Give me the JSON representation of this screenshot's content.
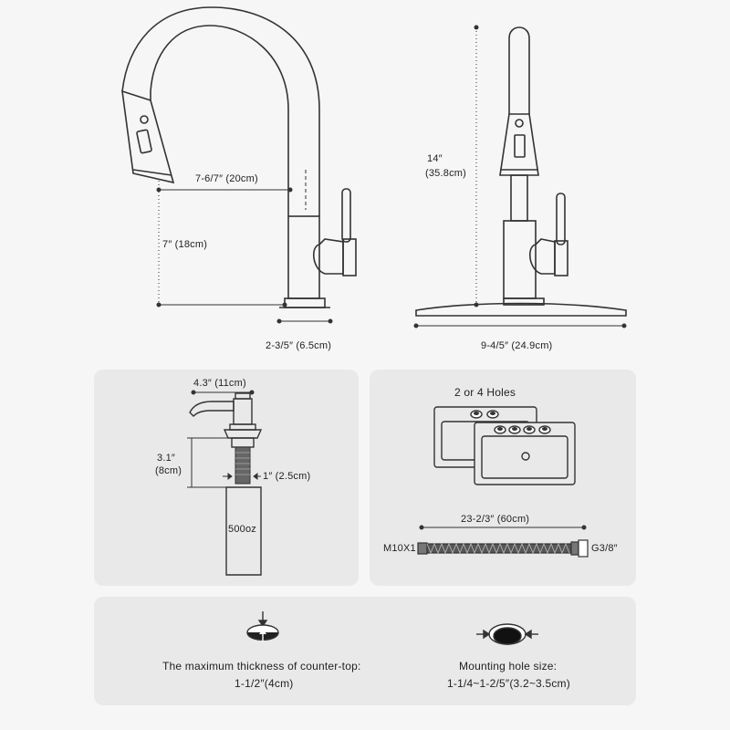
{
  "faucet_side": {
    "reach_label": "7-6/7″ (20cm)",
    "spout_height_label": "7″ (18cm)",
    "base_label": "2-3/5″ (6.5cm)"
  },
  "faucet_front": {
    "height_label_1": "14″",
    "height_label_2": "(35.8cm)",
    "deck_width_label": "9-4/5″ (24.9cm)"
  },
  "soap_dispenser": {
    "nozzle_label": "4.3″ (11cm)",
    "shank_label_1": "3.1″",
    "shank_label_2": "(8cm)",
    "thread_label": "1″ (2.5cm)",
    "bottle_label": "500oz"
  },
  "holes_panel": {
    "title": "2 or 4 Holes",
    "hose_length_label": "23-2/3″ (60cm)",
    "hose_left_label": "M10X1",
    "hose_right_label": "G3/8″"
  },
  "install_panel": {
    "countertop_label": "The maximum thickness of counter-top:",
    "countertop_value": "1-1/2″(4cm)",
    "hole_label": "Mounting hole size:",
    "hole_value": "1-1/4~1-2/5″(3.2~3.5cm)"
  },
  "colors": {
    "background": "#f6f6f6",
    "panel": "#e9e9e9",
    "line": "#333333"
  }
}
